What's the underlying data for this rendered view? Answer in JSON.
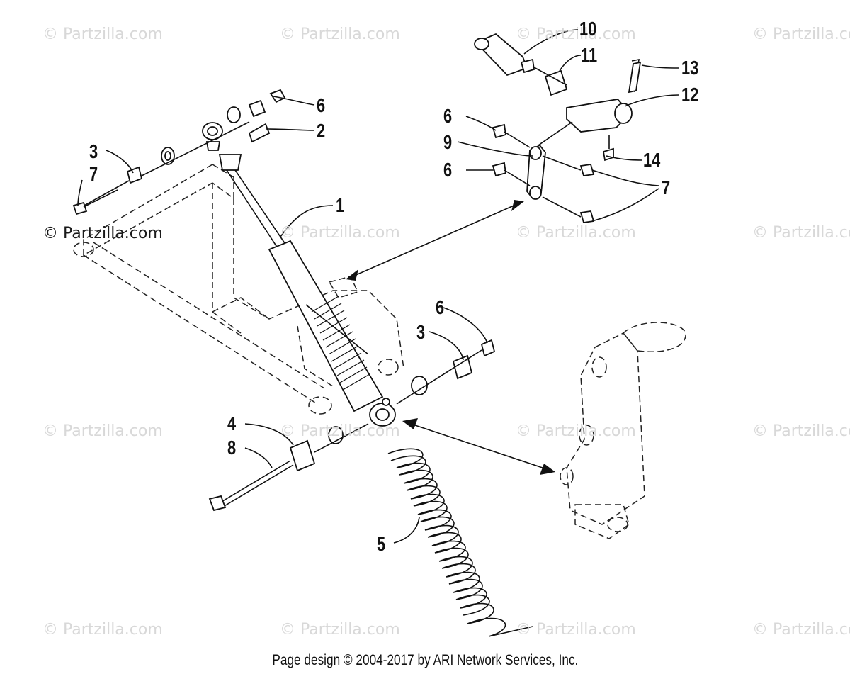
{
  "watermarks": [
    "© Partzilla.com",
    "© Partzilla.com",
    "© Partzilla.com",
    "© Partzilla.com",
    "© Partzilla.com",
    "© Partzilla.com",
    "© Partzilla.com",
    "© Partzilla.com",
    "© Partzilla.com",
    "© Partzilla.com",
    "© Partzilla.com",
    "© Partzilla.com",
    "© Partzilla.com",
    "© Partzilla.com",
    "© Partzilla.com"
  ],
  "watermark_dark": "© Partzilla.com",
  "callouts": [
    "10",
    "11",
    "13",
    "12",
    "6",
    "2",
    "3",
    "7",
    "6",
    "9",
    "6",
    "14",
    "7",
    "1",
    "6",
    "3",
    "4",
    "8",
    "5"
  ],
  "footer": "Page design © 2004-2017 by ARI Network Services, Inc.",
  "colors": {
    "background": "#ffffff",
    "linework": "#111111",
    "watermark": "#d8d8d8"
  }
}
